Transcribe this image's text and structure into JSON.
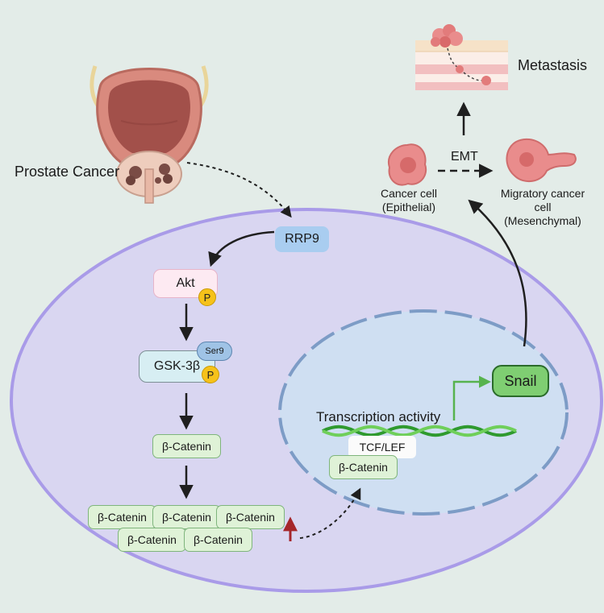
{
  "labels": {
    "prostate_cancer": "Prostate Cancer",
    "rrp9": "RRP9",
    "akt": "Akt",
    "phospho": "P",
    "gsk3b": "GSK-3β",
    "ser9": "Ser9",
    "b_catenin": "β-Catenin",
    "transcription_activity": "Transcription activity",
    "tcf_lef": "TCF/LEF",
    "snail": "Snail",
    "emt": "EMT",
    "metastasis": "Metastasis",
    "cancer_cell_line1": "Cancer cell",
    "cancer_cell_line2": "(Epithelial)",
    "migratory_line1": "Migratory cancer",
    "migratory_line2": "cell",
    "migratory_line3": "(Mesenchymal)"
  },
  "colors": {
    "background": "#e3ece8",
    "cell_fill": "#d9d6f1",
    "cell_border": "#a99be8",
    "nucleus_fill": "#cfdff2",
    "nucleus_dash": "#7d9cc6",
    "rrp9_fill": "#a9cdf0",
    "akt_fill": "#fdeaf2",
    "gsk_fill": "#d7eef3",
    "catenin_fill": "#dff2d7",
    "snail_fill": "#7fce72",
    "phospho_fill": "#f6c21a",
    "arrow_up": "#a5262a",
    "cancer_cell": "#e88a8a"
  },
  "icons": [
    "prostate-organ-icon",
    "cancer-cell-icon",
    "migratory-cell-icon",
    "metastasis-tissue-icon",
    "dna-helix-icon"
  ]
}
